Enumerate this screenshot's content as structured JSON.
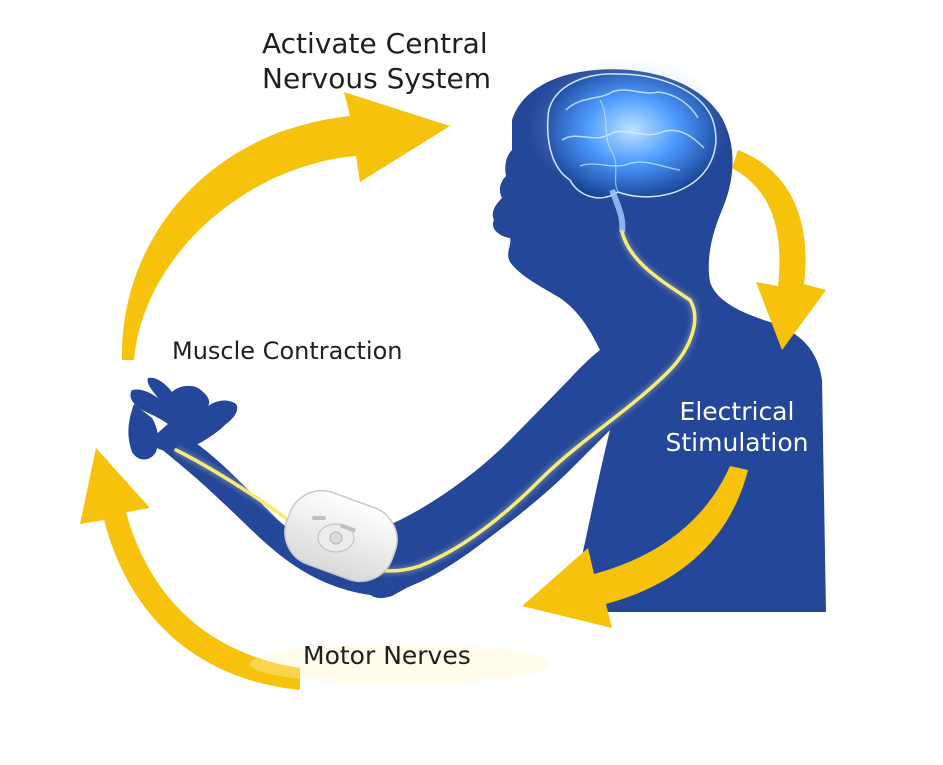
{
  "diagram": {
    "labels": {
      "cns_line1": "Activate Central",
      "cns_line2": "Nervous System",
      "muscle": "Muscle Contraction",
      "electrical_line1": "Electrical",
      "electrical_line2": "Stimulation",
      "motor": "Motor Nerves"
    },
    "colors": {
      "body": "#25479a",
      "body_dark": "#1b3680",
      "arrow": "#f7c20c",
      "nerve": "#f3e86a",
      "brain": "#5aa8ff",
      "device": "#f2f2f2",
      "text_dark": "#1f1f1f",
      "text_light": "#ffffff"
    },
    "icons": [
      "brain-icon",
      "stimulation-device-icon",
      "cycle-arrow-icon"
    ]
  }
}
